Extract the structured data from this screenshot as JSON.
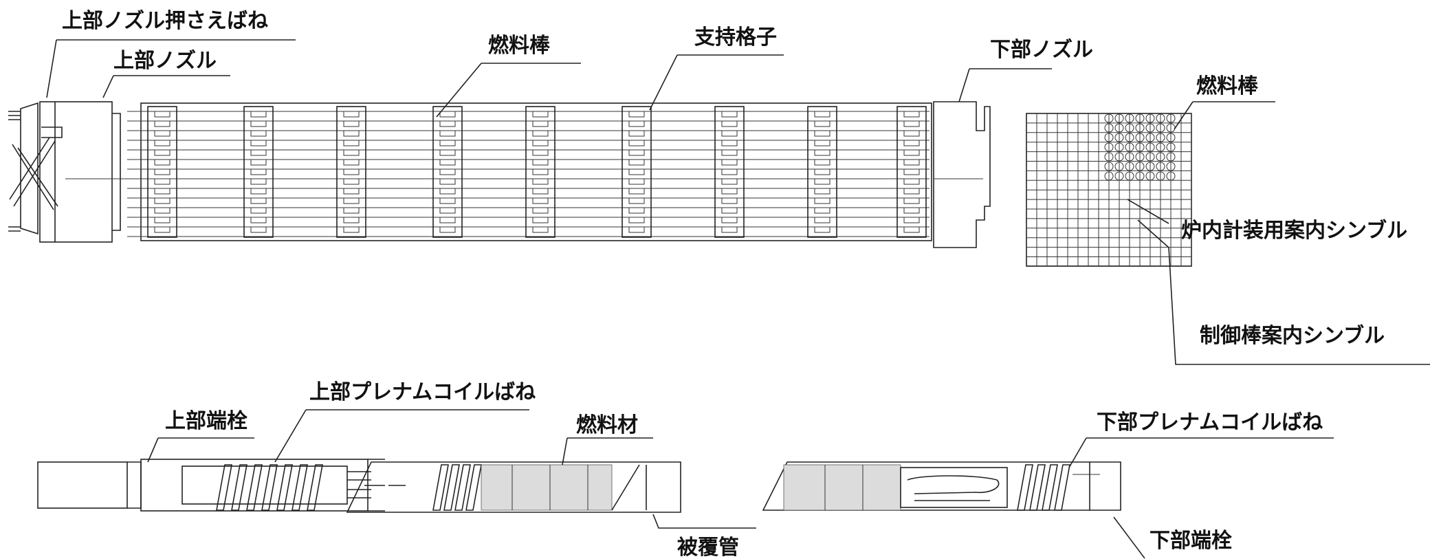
{
  "labels": {
    "upper_nozzle_spring": "上部ノズル押さえばね",
    "upper_nozzle": "上部ノズル",
    "fuel_rod": "燃料棒",
    "support_grid": "支持格子",
    "lower_nozzle": "下部ノズル",
    "fuel_rod_cross_section": "燃料棒",
    "incore_instrument_thimble": "炉内計装用案内シンブル",
    "control_rod_guide_thimble": "制御棒案内シンブル",
    "upper_plenum_spring": "上部プレナムコイルばね",
    "upper_end_plug": "上部端栓",
    "fuel_pellet": "燃料材",
    "lower_plenum_spring": "下部プレナムコイルばね",
    "cladding_tube": "被覆管",
    "lower_end_plug": "下部端栓"
  }
}
